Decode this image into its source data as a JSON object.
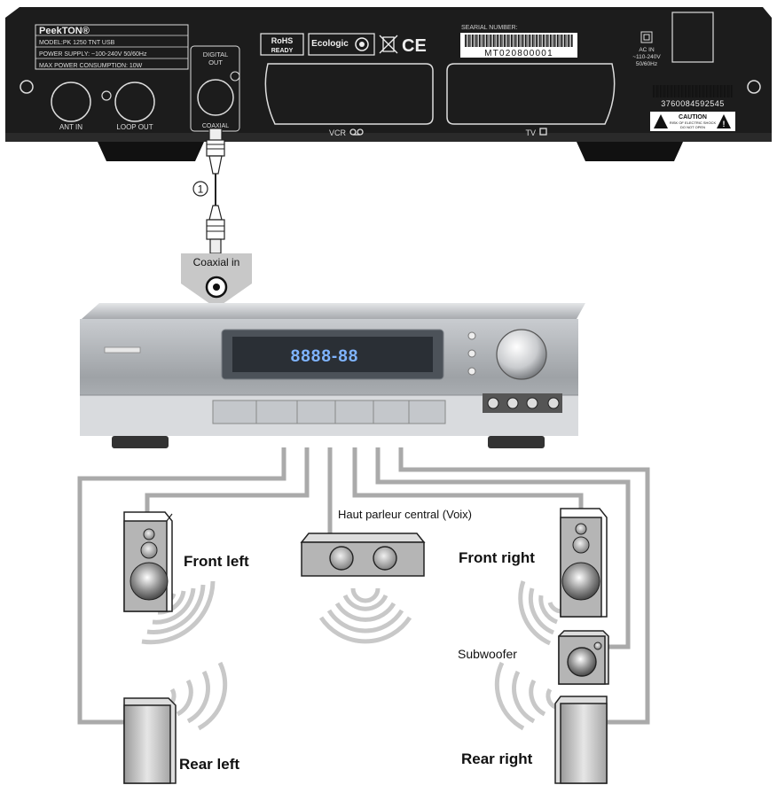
{
  "decoder": {
    "brand": "PeekTON®",
    "spec_lines": [
      "MODEL:PK 1250 TNT USB",
      "POWER SUPPLY: ~100-240V 50/60Hz",
      "MAX POWER CONSUMPTION: 10W"
    ],
    "digital_out": [
      "DIGITAL",
      "OUT"
    ],
    "coaxial": "COAXIAL",
    "ant_in": "ANT IN",
    "loop_out": "LOOP OUT",
    "rohs": [
      "RoHS",
      "READY"
    ],
    "ecologic": "Ecologic",
    "ce": "CE",
    "serial_label": "SEARIAL NUMBER:",
    "serial_number": "MT020800001",
    "vcr": "VCR",
    "tv": "TV",
    "ac_in": [
      "AC IN",
      "~110-240V",
      "50/60Hz"
    ],
    "barcode_number": "3760084592545",
    "caution": "CAUTION",
    "caution_sub": [
      "RISK OF ELECTRIC SHOCK",
      "DO NOT OPEN"
    ]
  },
  "cable_number": "1",
  "receiver": {
    "coaxial_in": "Coaxial in",
    "display_text": "8888-88"
  },
  "speakers": {
    "center": "Haut parleur central (Voix)",
    "front_left": "Front left",
    "front_right": "Front right",
    "subwoofer": "Subwoofer",
    "rear_left": "Rear left",
    "rear_right": "Rear right"
  },
  "colors": {
    "decoder_body": "#1c1c1c",
    "receiver_body": "#b9bcc0",
    "wire": "#aaaaaa",
    "speaker": "#b5b5b5",
    "wave": "#c8c8c8",
    "display_glow": "#7fb4ff"
  }
}
